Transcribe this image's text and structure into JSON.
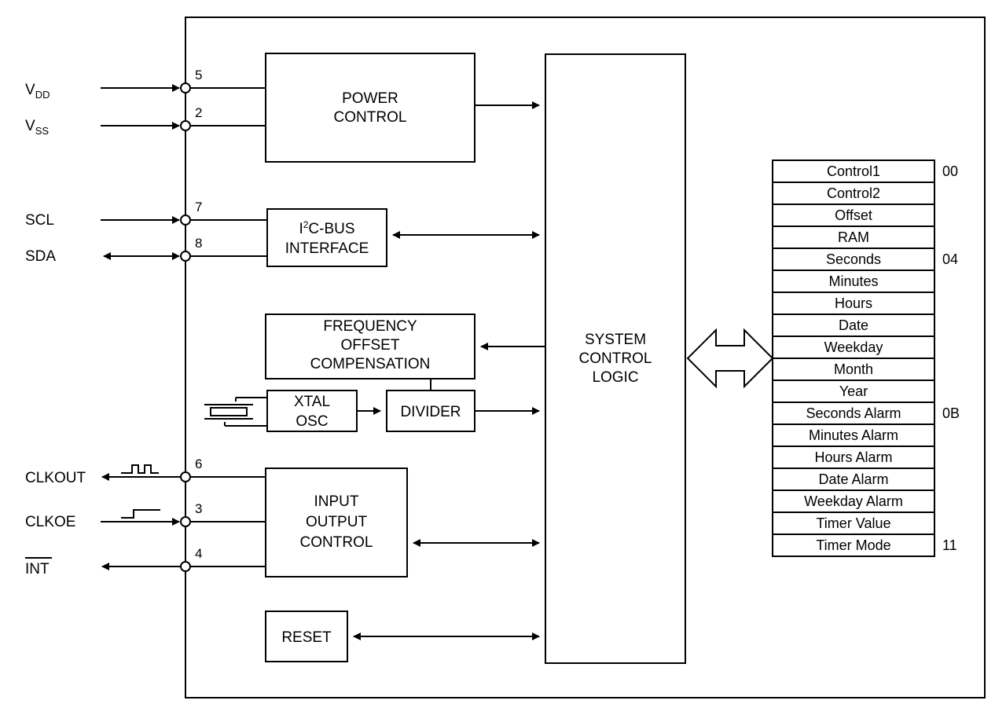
{
  "pins": {
    "vdd": {
      "name": "V",
      "sub": "DD",
      "number": "5"
    },
    "vss": {
      "name": "V",
      "sub": "SS",
      "number": "2"
    },
    "scl": {
      "name": "SCL",
      "number": "7"
    },
    "sda": {
      "name": "SDA",
      "number": "8"
    },
    "clkout": {
      "name": "CLKOUT",
      "number": "6"
    },
    "clkoe": {
      "name": "CLKOE",
      "number": "3"
    },
    "int": {
      "name": "INT",
      "number": "4"
    }
  },
  "blocks": {
    "power_control": [
      "POWER",
      "CONTROL"
    ],
    "i2c": {
      "i": "I",
      "sup": "2",
      "rest": "C-BUS",
      "line2": "INTERFACE"
    },
    "freq_offset": [
      "FREQUENCY",
      "OFFSET",
      "COMPENSATION"
    ],
    "xtal_osc": [
      "XTAL",
      "OSC"
    ],
    "divider": "DIVIDER",
    "io_control": [
      "INPUT",
      "OUTPUT",
      "CONTROL"
    ],
    "reset": "RESET",
    "system_control": [
      "SYSTEM",
      "CONTROL",
      "LOGIC"
    ]
  },
  "registers": [
    {
      "name": "Control1",
      "addr": "00"
    },
    {
      "name": "Control2",
      "addr": ""
    },
    {
      "name": "Offset",
      "addr": ""
    },
    {
      "name": "RAM",
      "addr": ""
    },
    {
      "name": "Seconds",
      "addr": "04"
    },
    {
      "name": "Minutes",
      "addr": ""
    },
    {
      "name": "Hours",
      "addr": ""
    },
    {
      "name": "Date",
      "addr": ""
    },
    {
      "name": "Weekday",
      "addr": ""
    },
    {
      "name": "Month",
      "addr": ""
    },
    {
      "name": "Year",
      "addr": ""
    },
    {
      "name": "Seconds Alarm",
      "addr": "0B"
    },
    {
      "name": "Minutes Alarm",
      "addr": ""
    },
    {
      "name": "Hours Alarm",
      "addr": ""
    },
    {
      "name": "Date Alarm",
      "addr": ""
    },
    {
      "name": "Weekday Alarm",
      "addr": ""
    },
    {
      "name": "Timer Value",
      "addr": ""
    },
    {
      "name": "Timer Mode",
      "addr": "11"
    }
  ]
}
